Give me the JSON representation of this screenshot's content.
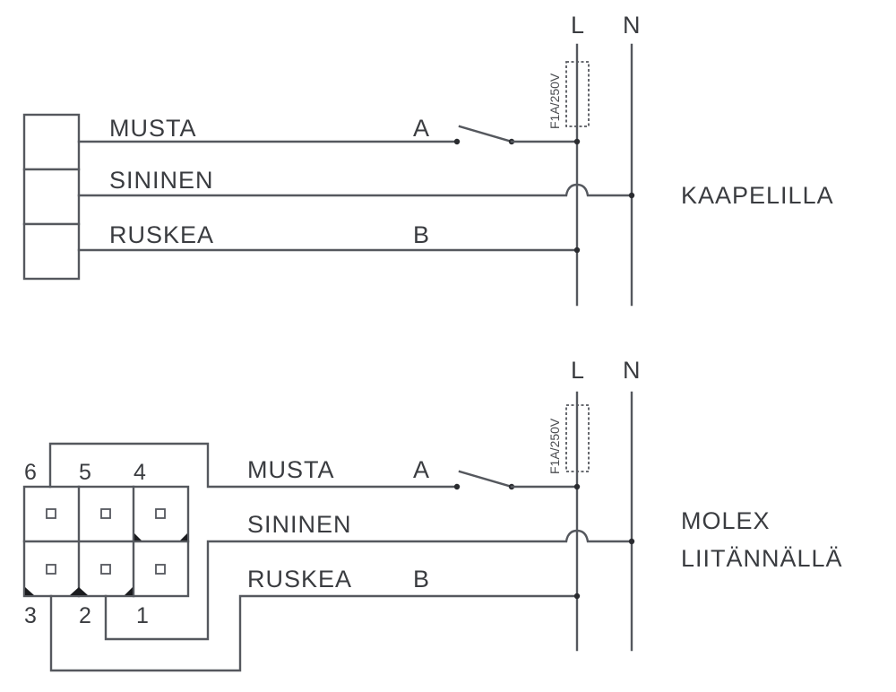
{
  "colors": {
    "line": "#55585e",
    "text": "#3a3c40",
    "background": "#ffffff"
  },
  "bus_labels": {
    "line": "L",
    "neutral": "N"
  },
  "fuse_label": "F1A/250V",
  "wires": {
    "black": "MUSTA",
    "blue": "SININEN",
    "brown": "RUSKEA"
  },
  "terminals": {
    "a": "A",
    "b": "B"
  },
  "sections": [
    {
      "title_lines": [
        "KAAPELILLA"
      ],
      "connector": "3-slot terminal block"
    },
    {
      "title_lines": [
        "MOLEX",
        "LIITÄNNÄLLÄ"
      ],
      "connector": "6-pin Molex connector",
      "pin_numbers": [
        "6",
        "5",
        "4",
        "3",
        "2",
        "1"
      ]
    }
  ]
}
